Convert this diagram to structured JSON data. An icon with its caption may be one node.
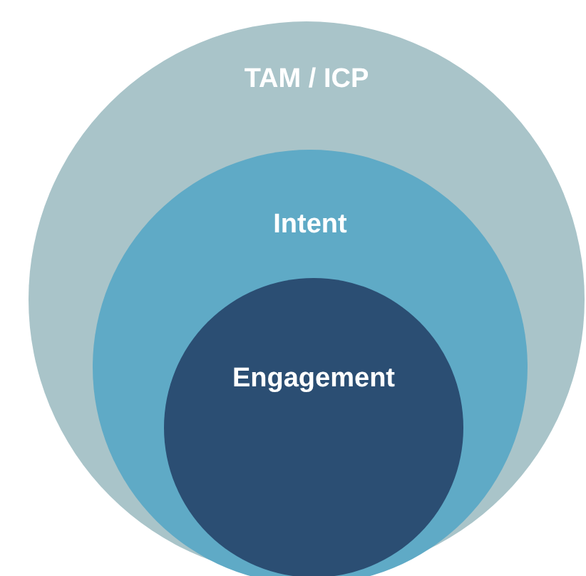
{
  "diagram": {
    "nodes": [
      {
        "text": [
          "TAM / ICP"
        ]
      },
      {
        "text": [
          "Intent"
        ],
        "in": 0
      },
      {
        "text": [
          "Engagement"
        ],
        "in": 1
      }
    ]
  }
}
